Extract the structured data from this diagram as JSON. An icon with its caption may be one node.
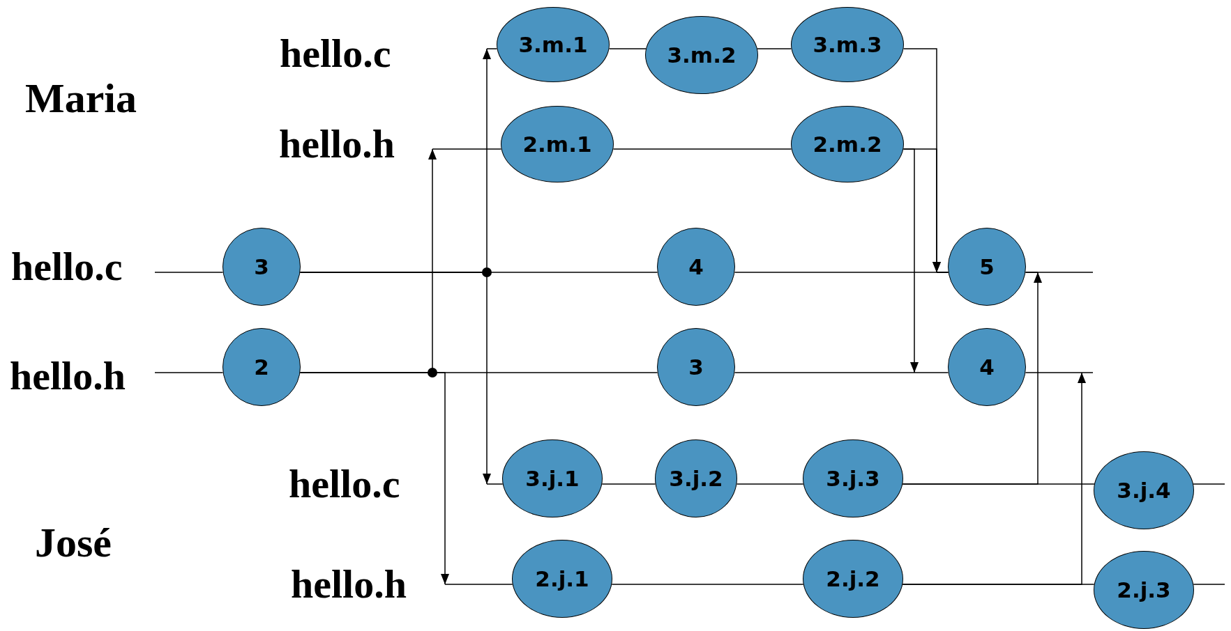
{
  "diagram": {
    "nodes": [
      {
        "text": [
          "3.m.1"
        ]
      },
      {
        "text": [
          "3.m.2"
        ]
      },
      {
        "text": [
          "3.m.3"
        ]
      },
      {
        "text": [
          "2.m.1"
        ]
      },
      {
        "text": [
          "2.m.2"
        ]
      },
      {
        "text": [
          "3"
        ]
      },
      {
        "text": [
          "4"
        ]
      },
      {
        "text": [
          "5"
        ]
      },
      {
        "text": [
          "2"
        ]
      },
      {
        "text": [
          "3"
        ]
      },
      {
        "text": [
          "4"
        ]
      },
      {
        "text": [
          "3.j.1"
        ]
      },
      {
        "text": [
          "3.j.2"
        ]
      },
      {
        "text": [
          "3.j.3"
        ]
      },
      {
        "text": [
          "3.j.4"
        ]
      },
      {
        "text": [
          "2.j.1"
        ]
      },
      {
        "text": [
          "2.j.2"
        ]
      },
      {
        "text": [
          "2.j.3"
        ]
      }
    ],
    "edges": [
      {
        "from": 0,
        "to": 1,
        "arrow": "none"
      },
      {
        "from": 1,
        "to": 2,
        "arrow": "none"
      },
      {
        "from": 3,
        "to": 4,
        "arrow": "none"
      },
      {
        "from": null,
        "to": 5,
        "arrow": "none"
      },
      {
        "from": 5,
        "to": 6,
        "arrow": "none"
      },
      {
        "from": 6,
        "to": 7,
        "arrow": "none"
      },
      {
        "from": 7,
        "to": null,
        "arrow": "none"
      },
      {
        "from": null,
        "to": 8,
        "arrow": "none"
      },
      {
        "from": 8,
        "to": 9,
        "arrow": "none"
      },
      {
        "from": 9,
        "to": 10,
        "arrow": "none"
      },
      {
        "from": 10,
        "to": null,
        "arrow": "none"
      },
      {
        "from": 11,
        "to": 12,
        "arrow": "none"
      },
      {
        "from": 12,
        "to": 13,
        "arrow": "none"
      },
      {
        "from": 13,
        "to": 14,
        "arrow": "none"
      },
      {
        "from": 14,
        "to": null,
        "arrow": "none"
      },
      {
        "from": 15,
        "to": 16,
        "arrow": "none"
      },
      {
        "from": 16,
        "to": 17,
        "arrow": "none"
      },
      {
        "from": 17,
        "to": null,
        "arrow": "none"
      },
      {
        "from": 8,
        "to": null,
        "arrow": "to"
      },
      {
        "from": 5,
        "to": 0,
        "arrow": "to"
      },
      {
        "from": 5,
        "to": 11,
        "arrow": "to"
      },
      {
        "from": 8,
        "to": null,
        "arrow": "to"
      },
      {
        "from": 2,
        "to": 7,
        "arrow": "to"
      },
      {
        "from": 4,
        "to": 7,
        "arrow": "to"
      },
      {
        "from": 4,
        "to": null,
        "arrow": "to"
      },
      {
        "from": 13,
        "to": 7,
        "arrow": "to"
      },
      {
        "from": 16,
        "to": null,
        "arrow": "to"
      },
      {
        "from": null,
        "to": 3,
        "arrow": "none"
      },
      {
        "from": null,
        "to": 15,
        "arrow": "none"
      }
    ],
    "labels": [
      "hello.c",
      "Maria",
      "hello.h",
      "hello.c",
      "hello.h",
      "hello.c",
      "José",
      "hello.h"
    ]
  }
}
